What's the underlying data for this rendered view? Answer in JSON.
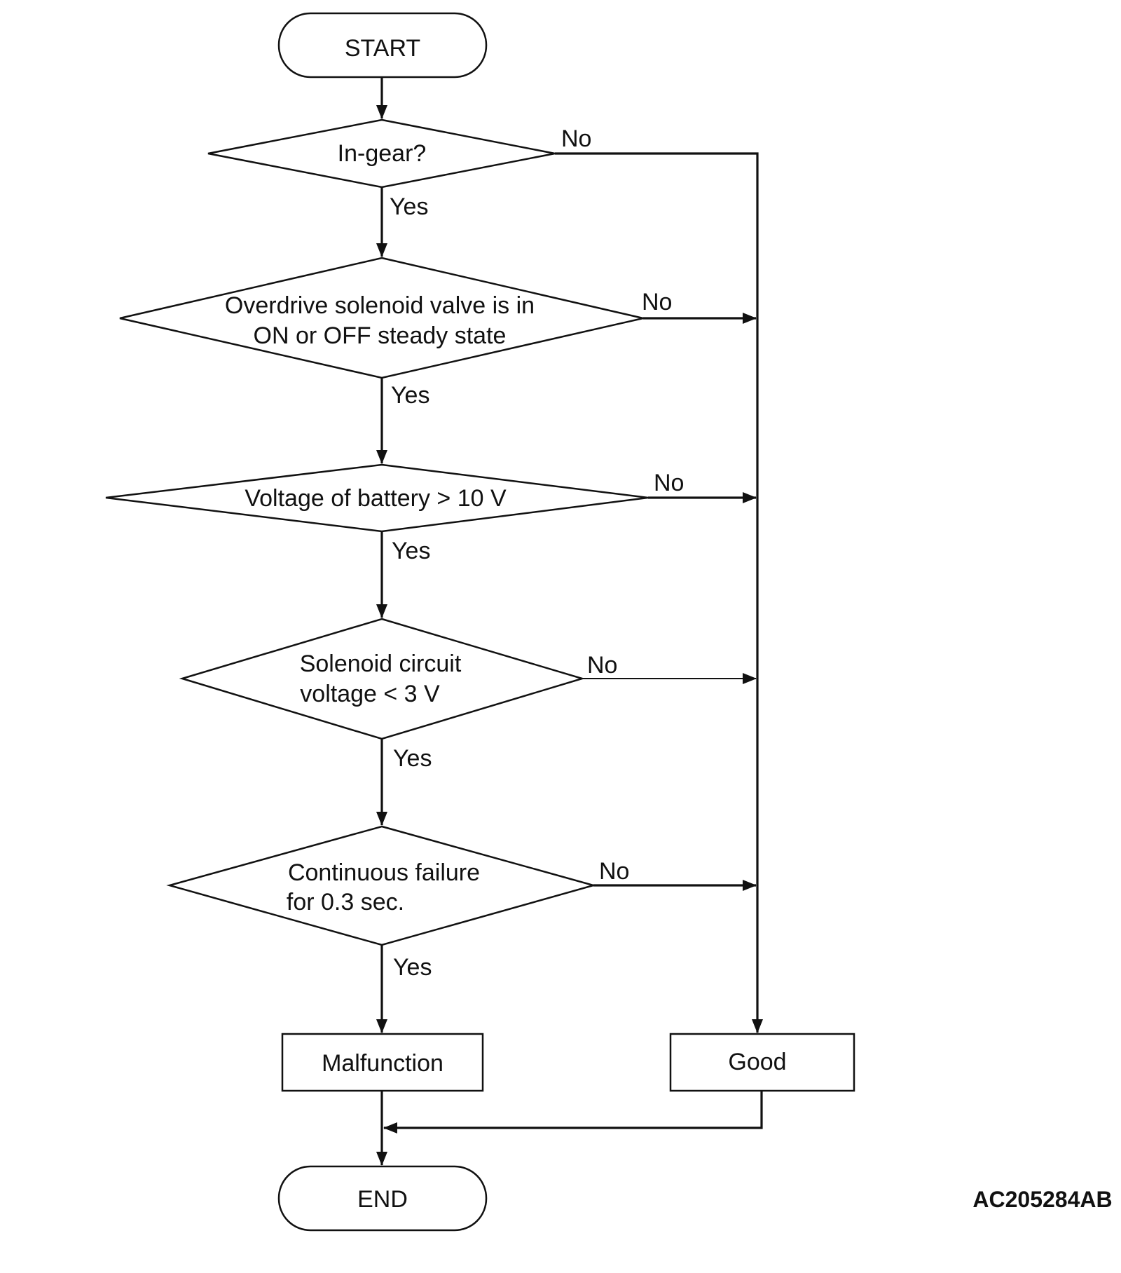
{
  "diagram": {
    "figure_id": "AC205284AB",
    "nodes": {
      "start": "START",
      "in_gear": "In-gear?",
      "solenoid_state": [
        "Overdrive solenoid valve is in",
        "ON or OFF steady state"
      ],
      "battery_voltage": "Voltage of battery > 10 V",
      "circuit_voltage": [
        "Solenoid circuit",
        "voltage < 3 V"
      ],
      "continuous_failure": [
        "Continuous failure",
        "for 0.3 sec."
      ],
      "malfunction": "Malfunction",
      "good": "Good",
      "end": "END"
    },
    "labels": {
      "yes": "Yes",
      "no": "No"
    }
  }
}
